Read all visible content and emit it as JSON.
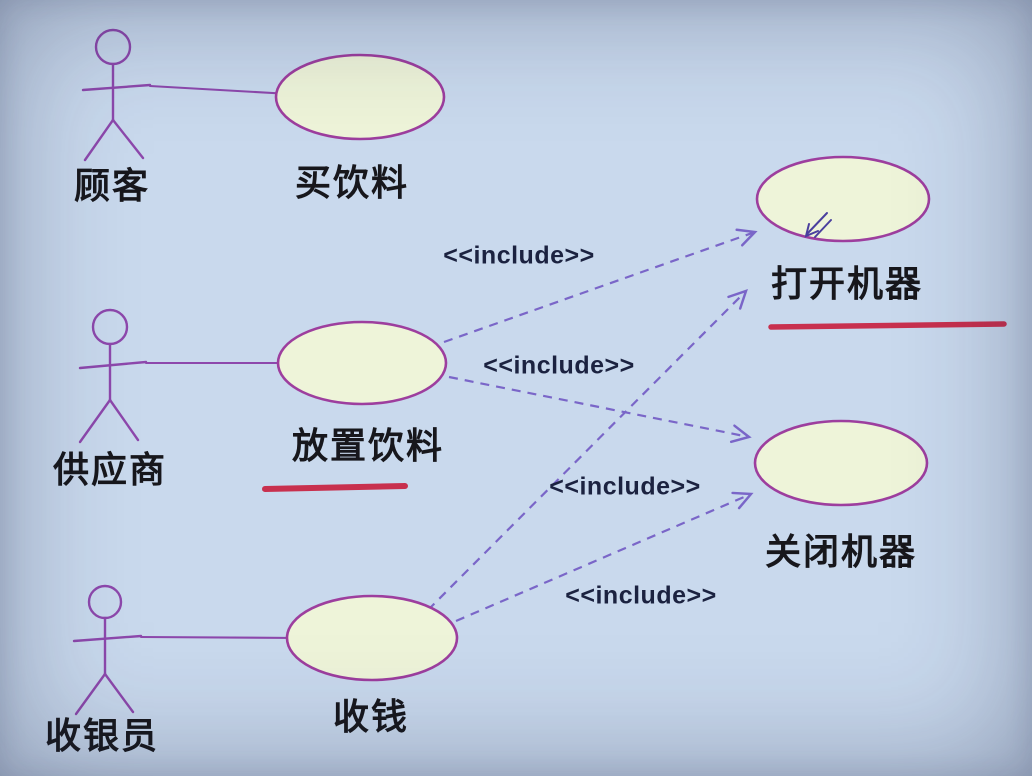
{
  "diagram": {
    "type": "uml-use-case",
    "actors": [
      {
        "id": "customer",
        "label": "顾客"
      },
      {
        "id": "supplier",
        "label": "供应商"
      },
      {
        "id": "cashier",
        "label": "收银员"
      }
    ],
    "use_cases": [
      {
        "id": "buy-drink",
        "label": "买饮料"
      },
      {
        "id": "open-machine",
        "label": "打开机器"
      },
      {
        "id": "place-drink",
        "label": "放置饮料"
      },
      {
        "id": "close-machine",
        "label": "关闭机器"
      },
      {
        "id": "collect-money",
        "label": "收钱"
      }
    ],
    "associations": [
      {
        "from": "customer",
        "to": "buy-drink"
      },
      {
        "from": "supplier",
        "to": "place-drink"
      },
      {
        "from": "cashier",
        "to": "collect-money"
      }
    ],
    "includes": [
      {
        "from": "place-drink",
        "to": "open-machine",
        "label": "<<include>>"
      },
      {
        "from": "place-drink",
        "to": "close-machine",
        "label": "<<include>>"
      },
      {
        "from": "collect-money",
        "to": "open-machine",
        "label": "<<include>>"
      },
      {
        "from": "collect-money",
        "to": "close-machine",
        "label": "<<include>>"
      }
    ],
    "annotations": {
      "underlined_labels": [
        "放置饮料",
        "打开机器"
      ]
    }
  },
  "colors": {
    "background": "#c9d9ed",
    "ellipse_fill": "#eef4d9",
    "shape_stroke": "#9d3e9e",
    "actor_stroke": "#8d48ac",
    "arrow": "#7a66c8",
    "include_text": "#1b2240",
    "label_text": "#17171c",
    "underline": "#c8304e",
    "pen": "#4a3f9e"
  }
}
